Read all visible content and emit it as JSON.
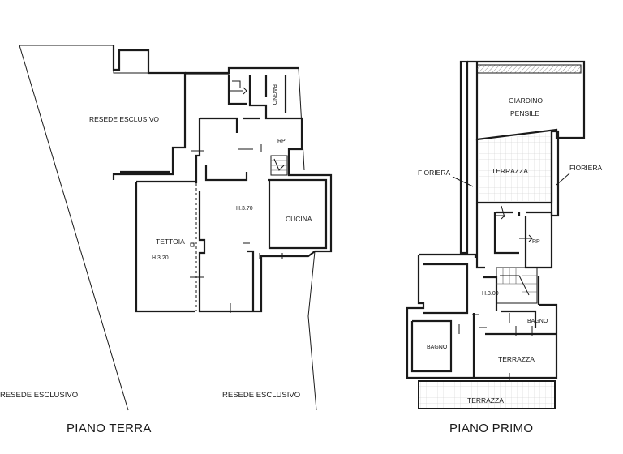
{
  "floor_ground": {
    "title": "PIANO TERRA",
    "labels": {
      "resede_top": "RESEDE ESCLUSIVO",
      "bagno": "BAGNO",
      "rp": "RP",
      "height_main": "H.3.70",
      "cucina": "CUCINA",
      "tettoia": "TETTOIA",
      "height_tettoia": "H.3.20",
      "resede_left": "RESEDE ESCLUSIVO",
      "resede_bottom": "RESEDE ESCLUSIVO"
    }
  },
  "floor_first": {
    "title": "PIANO PRIMO",
    "labels": {
      "giardino_1": "GIARDINO",
      "giardino_2": "PENSILE",
      "fioriera_left": "FIORIERA",
      "fioriera_right": "FIORIERA",
      "terrazza_top": "TERRAZZA",
      "rp": "RP",
      "height": "H.3.00",
      "bagno_right": "BAGNO",
      "bagno_left": "BAGNO",
      "terrazza_mid": "TERRAZZA",
      "terrazza_bottom": "TERRAZZA"
    }
  }
}
